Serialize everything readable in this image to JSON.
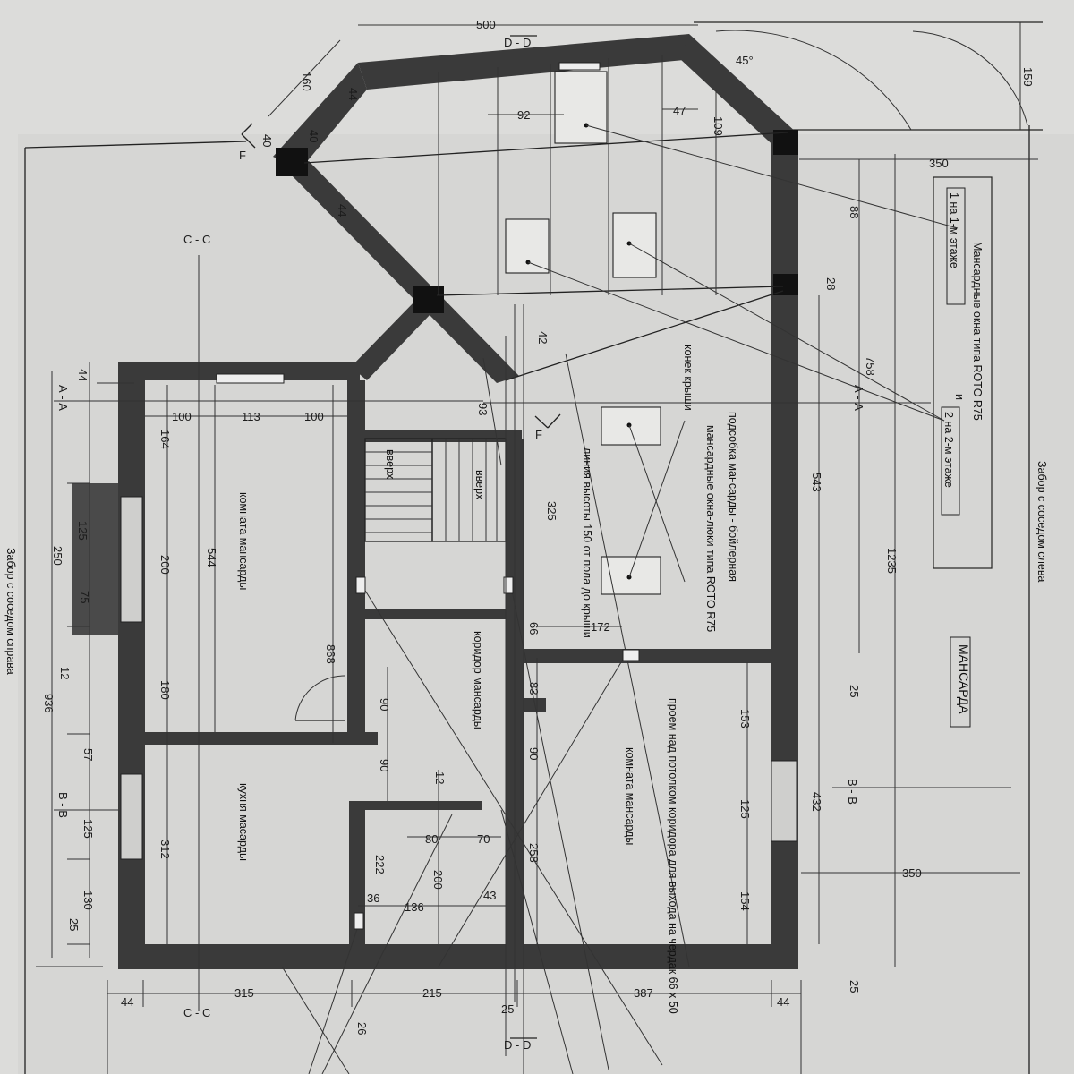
{
  "floor_label": "МАНСАРДА",
  "fence_left_label": "Забор с соседом слева",
  "fence_right_label": "Забор с соседом справа",
  "window_note": {
    "title": "Мансардные окна типа ROTO R75",
    "and": "и",
    "line1": "1 на 1-м этаже",
    "line2": "2 на 2-м этаже"
  },
  "rooms": {
    "attic_room_top": "комната мансарды",
    "kitchen": "кухня масарды",
    "corridor": "коридор мансарды",
    "attic_room_bottom": "комната мансарды",
    "boiler": "подсобка мансарды - бойлерная",
    "hatch_windows": "мансардные окна-люки типа ROTO R75",
    "height_line": "линия высоты 150 от пола до крыши",
    "roof_ridge": "конек крыши",
    "opening": "проем над потолком коридора для выхода на чердак 66 x 50"
  },
  "stairs": [
    "вверх",
    "вверх"
  ],
  "sections": {
    "aa": "А - А",
    "bb": "В - В",
    "cc": "С - С",
    "dd": "D - D",
    "f": "F"
  },
  "dims": {
    "d500": "500",
    "d159": "159",
    "d160": "160",
    "d45deg": "45°",
    "d44": "44",
    "d40": "40",
    "d92": "92",
    "d47": "47",
    "d109": "109",
    "d350": "350",
    "d88": "88",
    "d28": "28",
    "d758": "758",
    "d42": "42",
    "d93": "93",
    "d44b": "44",
    "d100a": "100",
    "d113": "113",
    "d100b": "100",
    "d164": "164",
    "d544": "544",
    "d125a": "125",
    "d250": "250",
    "d75": "75",
    "d200a": "200",
    "d868": "868",
    "d325": "325",
    "d543": "543",
    "d1235": "1235",
    "d66": "66",
    "d172": "172",
    "d12a": "12",
    "d180": "180",
    "d83": "83",
    "d90a": "90",
    "d25a": "25",
    "d153": "153",
    "d936": "936",
    "d57": "57",
    "d90b": "90",
    "d90c": "90",
    "d12b": "12",
    "d125b": "125",
    "d125c": "125",
    "d432": "432",
    "d312": "312",
    "d80": "80",
    "d70": "70",
    "d258": "258",
    "d222": "222",
    "d200b": "200",
    "d350b": "350",
    "d130": "130",
    "d36": "36",
    "d136": "136",
    "d43": "43",
    "d154": "154",
    "d25b": "25",
    "d44c": "44",
    "d315": "315",
    "d215": "215",
    "d387": "387",
    "d44d": "44",
    "d25c": "25",
    "d25d": "25",
    "d26": "26"
  }
}
